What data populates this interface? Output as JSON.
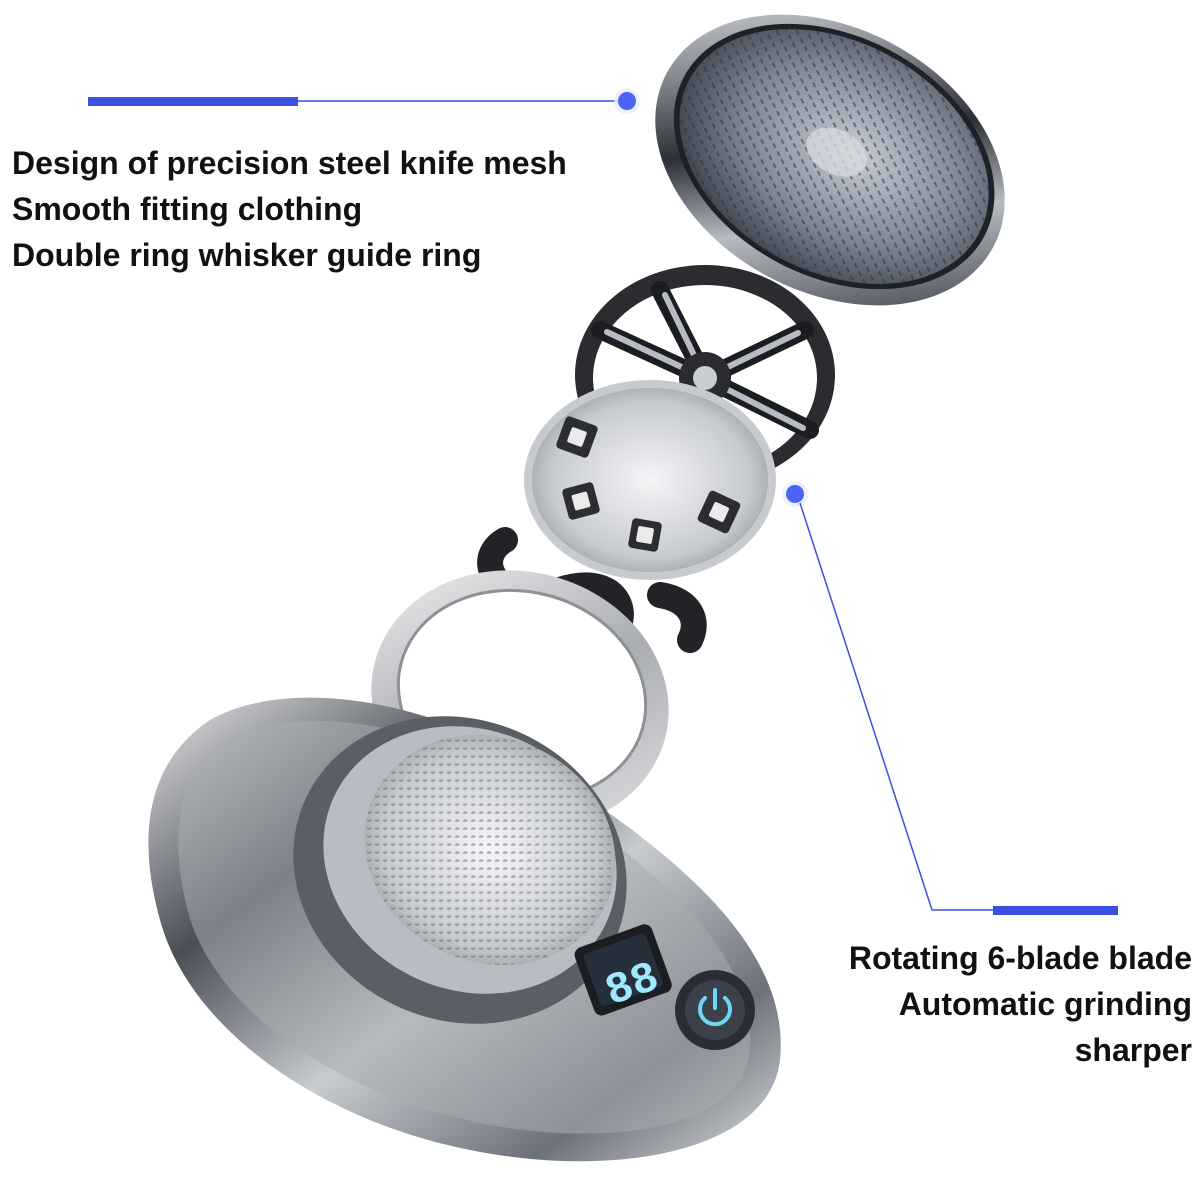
{
  "callouts": {
    "top": {
      "lines": [
        "Design of precision steel knife mesh",
        "Smooth fitting clothing",
        "Double ring whisker guide ring"
      ]
    },
    "bottom": {
      "lines": [
        "Rotating 6-blade blade",
        "Automatic grinding",
        "sharper"
      ]
    }
  },
  "display": {
    "readout": "88"
  },
  "colors": {
    "leader_line": "#3b4fe0",
    "leader_dot": "#4a63f2",
    "display_glow": "#9fe8ff",
    "power_ring": "#6fd7f5"
  },
  "icons": [
    "power-icon"
  ]
}
